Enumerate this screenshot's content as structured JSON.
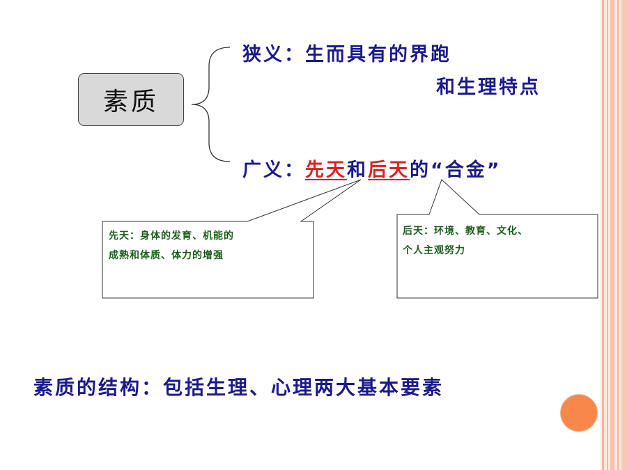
{
  "concept": {
    "label": "素质"
  },
  "narrow": {
    "line1": "狭义：生而具有的界跑",
    "line2": "和生理特点"
  },
  "broad": {
    "prefix": "广义：",
    "innate": "先天",
    "and": "和",
    "acquired": "后天",
    "suffix": "的“合金”"
  },
  "callouts": {
    "innate": {
      "line1": "先天：身体的发育、机能的",
      "line2": "成熟和体质、体力的增强"
    },
    "acquired": {
      "line1": "后天：环境、教育、文化、",
      "line2": "个人主观努力"
    }
  },
  "structure": {
    "text": "素质的结构：包括生理、心理两大基本要素"
  },
  "colors": {
    "heading_blue": "#1a1a8c",
    "emphasis_red": "#e02020",
    "callout_green": "#1c5e1c",
    "stripe_peach": "#f5b49a",
    "accent_orange": "#f7884a"
  }
}
